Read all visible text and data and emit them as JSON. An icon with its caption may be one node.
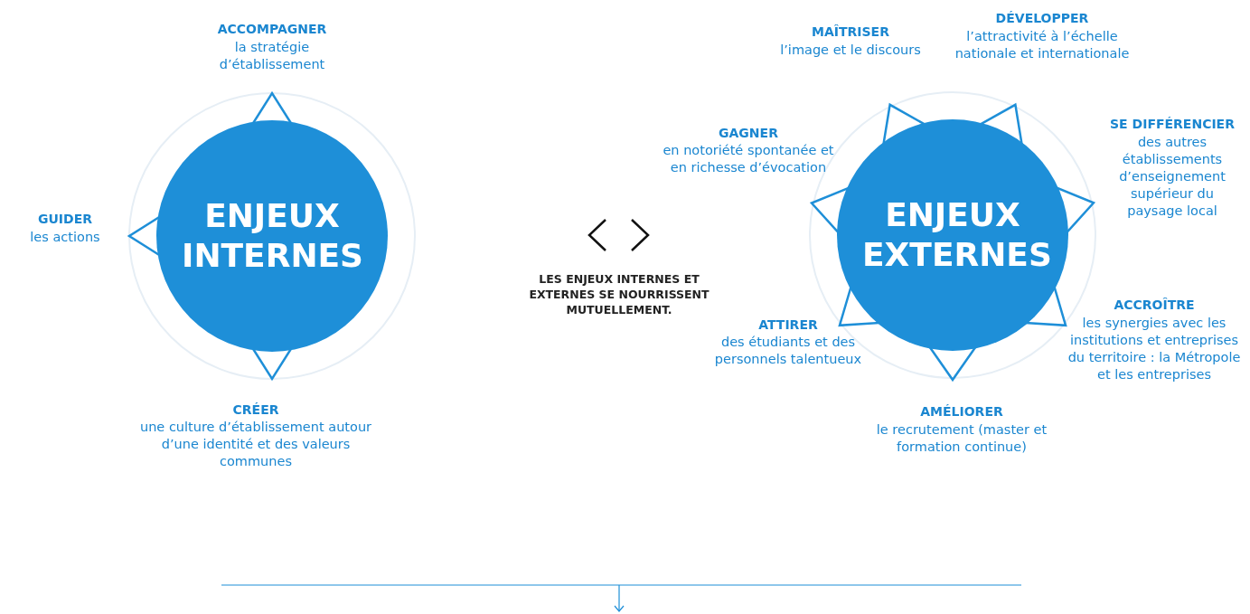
{
  "diagram": {
    "nodes": [
      {
        "text": [
          "ENJEUX INTERNES"
        ],
        "beside": [
          "ACCOMPAGNER",
          "la stratégie d’établissement",
          "GUIDER",
          "les actions",
          "CRÉER",
          "une culture d’établissement autour d’une identité et des valeurs communes"
        ]
      },
      {
        "text": [
          "ENJEUX EXTERNES"
        ],
        "beside": [
          "MAÎTRISER",
          "l’image et le discours",
          "DÉVELOPPER",
          "l’attractivité à l’échelle nationale et internationale",
          "GAGNER",
          "en notoriété spontanée et en richesse d’évocation",
          "SE DIFFÉRENCIER",
          "des autres établissements d’enseignement supérieur du paysage local",
          "ATTIRER",
          "des étudiants et des personnels talentueux",
          "ACCROÎTRE",
          "les synergies avec les institutions et entreprises du territoire : la Métropole et les entreprises",
          "AMÉLIORER",
          "le recrutement (master et formation continue)"
        ]
      }
    ],
    "labels": [
      "LES ENJEUX INTERNES ET EXTERNES SE NOURRISSENT MUTUELLEMENT."
    ]
  }
}
